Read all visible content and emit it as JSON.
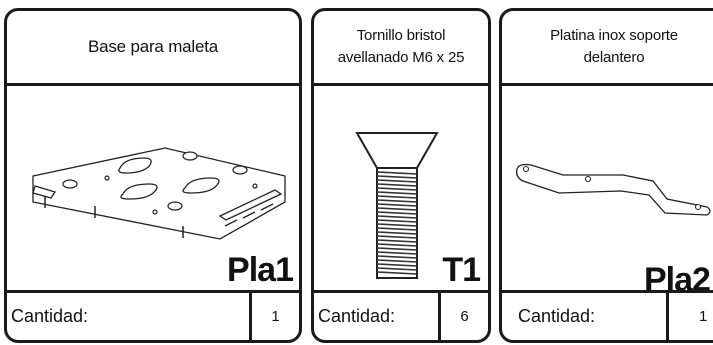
{
  "cards": [
    {
      "title": "Base para maleta",
      "code": "Pla1",
      "qty_label": "Cantidad:",
      "qty": "1",
      "image": "suitcase-base-plate"
    },
    {
      "title": "Tornillo bristol\navellanado M6 x 25",
      "code": "T1",
      "qty_label": "Cantidad:",
      "qty": "6",
      "image": "countersunk-screw"
    },
    {
      "title": "Platina inox soporte\ndelantero",
      "code": "Pla2",
      "qty_label": "Cantidad:",
      "qty": "1",
      "image": "front-support-bracket"
    }
  ]
}
